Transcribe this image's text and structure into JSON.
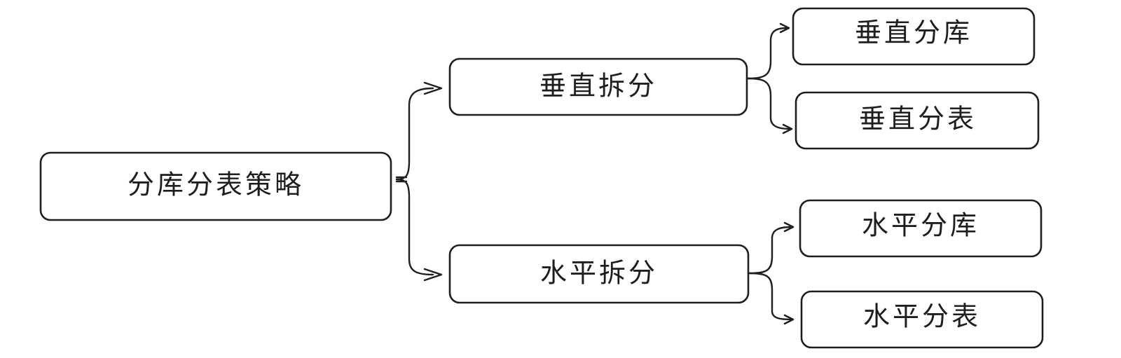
{
  "diagram": {
    "root": {
      "label": "分库分表策略"
    },
    "branches": [
      {
        "label": "垂直拆分",
        "children": [
          {
            "label": "垂直分库"
          },
          {
            "label": "垂直分表"
          }
        ]
      },
      {
        "label": "水平拆分",
        "children": [
          {
            "label": "水平分库"
          },
          {
            "label": "水平分表"
          }
        ]
      }
    ]
  },
  "colors": {
    "stroke": "#1e1e1e",
    "fill": "#ffffff",
    "background": "#ffffff"
  }
}
